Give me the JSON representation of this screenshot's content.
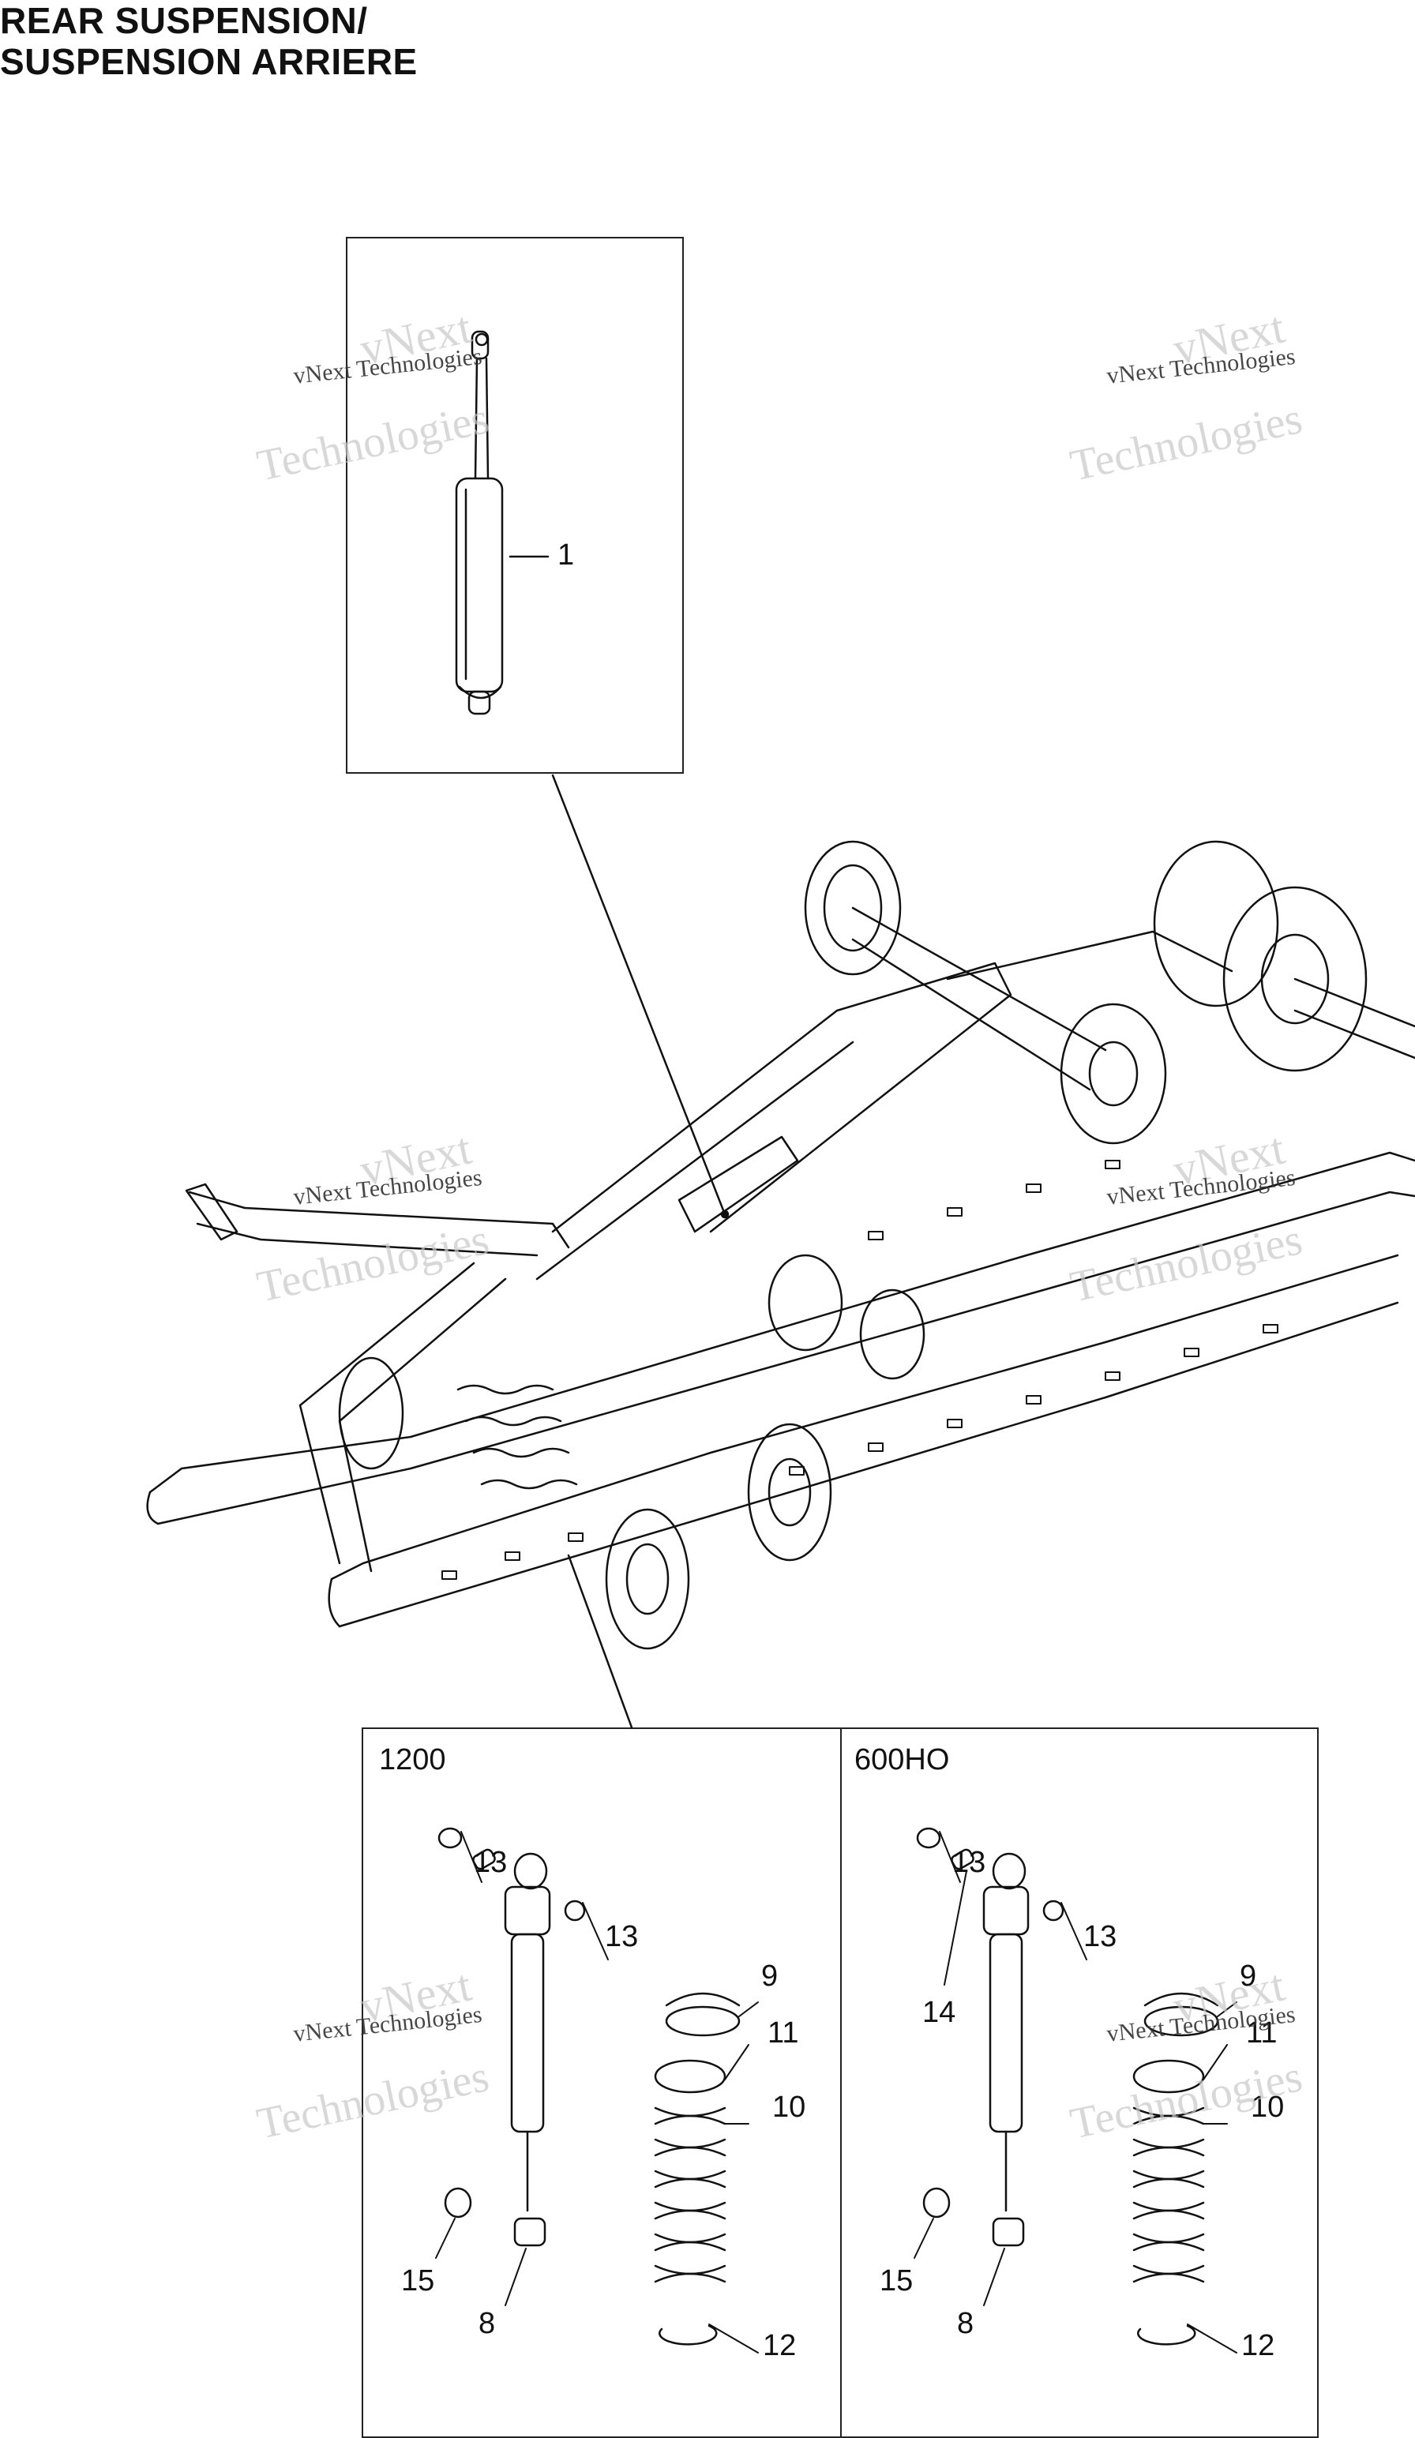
{
  "title": {
    "line1": "REAR SUSPENSION/",
    "line2": "SUSPENSION ARRIERE"
  },
  "variants": [
    {
      "label": "1200"
    },
    {
      "label": "600HO"
    }
  ],
  "callouts": {
    "top": [
      "1"
    ],
    "left": [
      "13",
      "13",
      "9",
      "11",
      "10",
      "15",
      "8",
      "12"
    ],
    "right": [
      "13",
      "13",
      "14",
      "9",
      "11",
      "10",
      "15",
      "8",
      "12"
    ]
  },
  "watermark": {
    "line_a": "vNext",
    "line_b": "vNext Technologies",
    "line_c": "Technologies"
  }
}
